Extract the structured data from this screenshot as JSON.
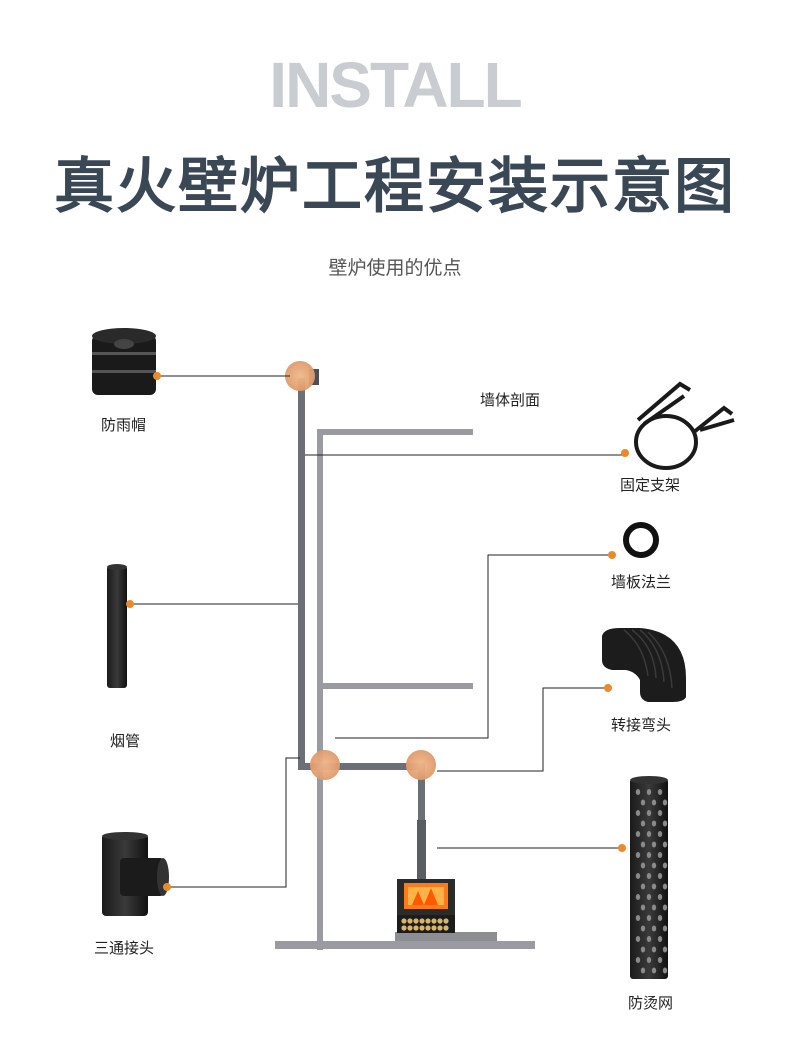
{
  "header": {
    "title_en": "INSTALL",
    "title_cn": "真火壁炉工程安装示意图",
    "subtitle": "壁炉使用的优点"
  },
  "labels": {
    "wall_section": "墙体剖面",
    "rain_cap": "防雨帽",
    "flue_pipe": "烟管",
    "tee_joint": "三通接头",
    "fixed_bracket": "固定支架",
    "wall_flange": "墙板法兰",
    "elbow": "转接弯头",
    "heat_guard": "防烫网"
  },
  "colors": {
    "title_en": "#c9ccd0",
    "title_cn": "#3a4755",
    "wall": "#9a9ba0",
    "pipe": "#6c6f75",
    "marker": "#e98a2c",
    "joint": "#e5a275"
  }
}
